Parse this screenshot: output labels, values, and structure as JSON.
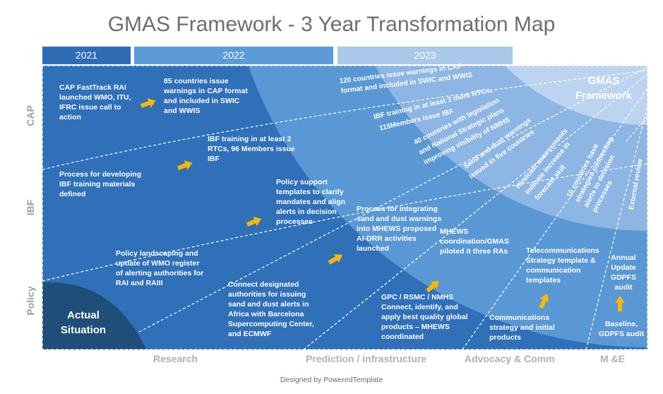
{
  "title": "GMAS Framework - 3 Year Transformation Map",
  "years": [
    "2021",
    "2022",
    "2023"
  ],
  "rows": [
    "CAP",
    "IBF",
    "Policy"
  ],
  "columns": [
    "Research",
    "Prediction / infrastructure",
    "Advocacy & Comm",
    "M &E"
  ],
  "gmas_label": "GMAS Framework",
  "actual_situation": "Actual Situation",
  "boxes": {
    "cap_2021": "CAP FastTrack RAI launched WMO, ITU, IFRC issue call to action",
    "ibf_2021": "Process for developing IBF training materials defined",
    "policy_2021": "Policy landscaping and update of WMO register of alerting authorities for RAI and RAIII",
    "cap_2022": "85 countries issue warnings in CAP format and included in SWIC and WWIS",
    "ibf_2022": "IBF training in at least 2 RTCs, 96 Members issue IBF",
    "policy_2022": "Policy support templates to clarify mandates and align alerts in decision processes",
    "research": "Connect designated authorities for issuing sand and dust alerts in Africa with Barcelona Supercomputing Center, and ECMWF",
    "prediction_a": "Process for integrating sand and dust warnings into MHEWS proposed AI-DRR activities launched",
    "prediction_b": "GPC / RSMC / NMHS Connect, identify, and apply best quality global products – MHEWS coordinated",
    "mhews": "MHEWS coordination/GMAS piloted it three RAs",
    "telecom": "Telecommunications Strategy template & communication templates",
    "comm_strategy": "Communications strategy and initial products",
    "annual": "Annual Update GDPFS audit",
    "baseline": "Baseline, GDPFS audit"
  },
  "rays": {
    "r1a": "120 countries issue warnings in CAP",
    "r1b": "format and included in SWIC and WWIS",
    "r2a": "IBF training in at least 3 more RTCs,",
    "r2b": "115Members issue IBF",
    "r3a": "40 countries with legislation",
    "r3b": "and National Strategic plans",
    "r3c": "improving visibility of NMHS",
    "r4a": "Sand and dust warnings",
    "r4b": "issued in five countries",
    "r5a": "Hindcast assessments",
    "r5b": "indicate increase in",
    "r5c": "forecast skill",
    "r6a": "10 countries have",
    "r6b": "strategies connecting",
    "r6c": "alerts to decision",
    "r6d": "processes",
    "r7a": "External review"
  },
  "footer": "Designed by PoweredTemplate",
  "colors": {
    "year_2021": "#2e6cb5",
    "year_2022": "#5b9bd9",
    "year_2023": "#a9c8ea",
    "band_outer": "#2f70b9",
    "band_middle": "#5a98d5",
    "band_inner": "#8db6e4",
    "band_core": "#bcd4ef",
    "actual": "#1f4e79",
    "arrow": "#f8b800"
  }
}
